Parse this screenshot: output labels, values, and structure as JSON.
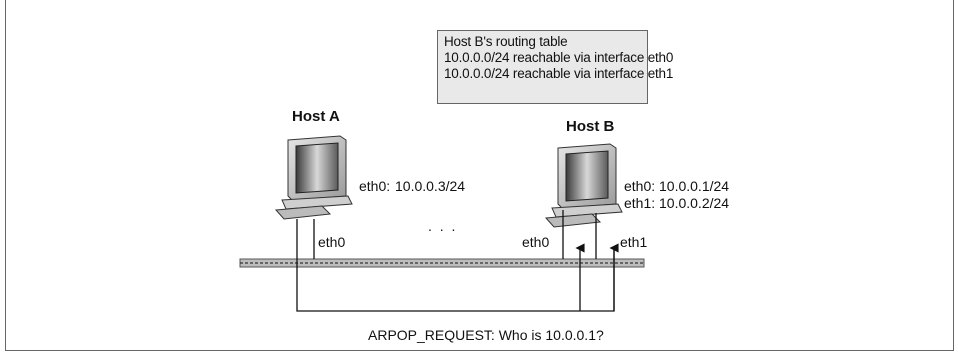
{
  "routing_table": {
    "title": "Host B's routing table",
    "entries": [
      "10.0.0.0/24 reachable via interface eth0",
      "10.0.0.0/24 reachable via interface eth1"
    ]
  },
  "host_a": {
    "name": "Host A",
    "iface_label": "eth0:",
    "iface_addr": "10.0.0.3/24",
    "link_label": "eth0"
  },
  "host_b": {
    "name": "Host B",
    "iface0_label": "eth0:",
    "iface0_addr": "10.0.0.1/24",
    "iface1_label": "eth1:",
    "iface1_addr": "10.0.0.2/24",
    "link0_label": "eth0",
    "link1_label": "eth1"
  },
  "ellipsis": ". . .",
  "arp_message": "ARPOP_REQUEST: Who is 10.0.0.1?"
}
